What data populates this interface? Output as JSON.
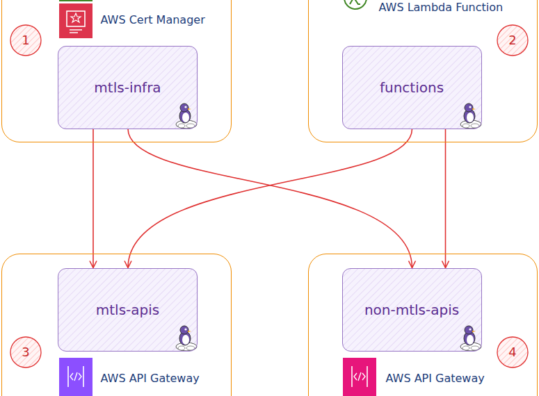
{
  "diagram": {
    "nodes": [
      {
        "text": [
          "AWS Cert Manager"
        ]
      },
      {
        "text": [
          "mtls-infra"
        ],
        "in": 0
      },
      {
        "text": [
          "AWS Lambda Function"
        ]
      },
      {
        "text": [
          "functions"
        ],
        "in": 2
      },
      {
        "text": [
          "AWS API Gateway"
        ]
      },
      {
        "text": [
          "mtls-apis"
        ],
        "in": 4
      },
      {
        "text": [
          "AWS API Gateway"
        ]
      },
      {
        "text": [
          "non-mtls-apis"
        ],
        "in": 6
      }
    ],
    "edges": [
      {
        "from": 1,
        "to": 5,
        "arrow": "to"
      },
      {
        "from": 1,
        "to": 7,
        "arrow": "to"
      },
      {
        "from": 3,
        "to": 5,
        "arrow": "to"
      },
      {
        "from": 3,
        "to": 7,
        "arrow": "to"
      }
    ],
    "labels": [
      "1",
      "2",
      "3",
      "4"
    ]
  }
}
